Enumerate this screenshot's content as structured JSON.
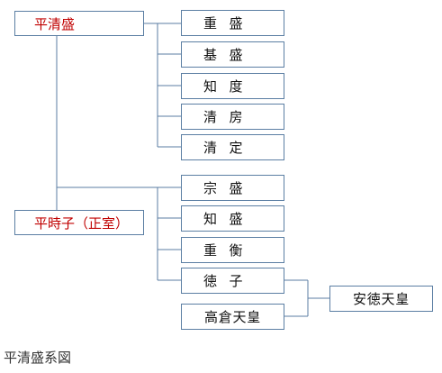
{
  "parents": {
    "father": "平清盛",
    "mother": "平時子（正室）"
  },
  "children": [
    "重盛",
    "基盛",
    "知度",
    "清房",
    "清定",
    "宗盛",
    "知盛",
    "重衡",
    "徳子"
  ],
  "spouse": "高倉天皇",
  "grandchild": "安徳天皇",
  "caption": "平清盛系図",
  "colors": {
    "line": "#5b7ea3",
    "parent_text": "#c00000"
  }
}
